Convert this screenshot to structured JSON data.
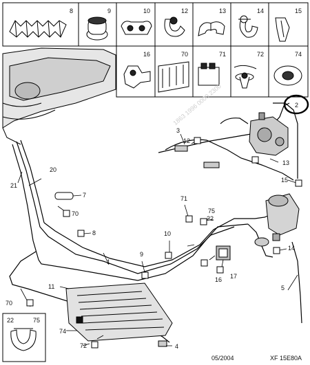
{
  "parts_grid": {
    "cells": [
      {
        "label": "8",
        "icon": "clip-strip-icon"
      },
      {
        "label": "9",
        "icon": "grommet-icon"
      },
      {
        "label": "10",
        "icon": "double-clip-icon"
      },
      {
        "label": "12",
        "icon": "pipe-clip-icon"
      },
      {
        "label": "13",
        "icon": "spring-clip-icon"
      },
      {
        "label": "14",
        "icon": "hose-clip-icon"
      },
      {
        "label": "15",
        "icon": "retaining-clip-icon"
      },
      {
        "label": "16",
        "icon": "pipe-bracket-icon"
      },
      {
        "label": "70",
        "icon": "multi-clip-icon"
      },
      {
        "label": "71",
        "icon": "connector-clip-icon"
      },
      {
        "label": "72",
        "icon": "push-rivet-icon"
      },
      {
        "label": "74",
        "icon": "washer-icon"
      }
    ]
  },
  "callouts": {
    "c1": "1",
    "c2": "2",
    "c3": "3",
    "c4": "4",
    "c5": "5",
    "c7": "7",
    "c8": "8",
    "c9": "9",
    "c10": "10",
    "c11": "11",
    "c12": "12",
    "c13": "13",
    "c14": "14",
    "c15": "15",
    "c16": "16",
    "c17": "17",
    "c20": "20",
    "c21": "21",
    "c22": "22",
    "c22b": "22",
    "c70a": "70",
    "c70b": "70",
    "c71": "71",
    "c72": "72",
    "c74": "74",
    "c75": "75",
    "c75b": "75"
  },
  "inset": {
    "left_label": "22",
    "right_label": "75"
  },
  "footer": {
    "date": "05/2004",
    "code": "XF 15E80A"
  },
  "watermark": "1863 1996 0000 2300"
}
